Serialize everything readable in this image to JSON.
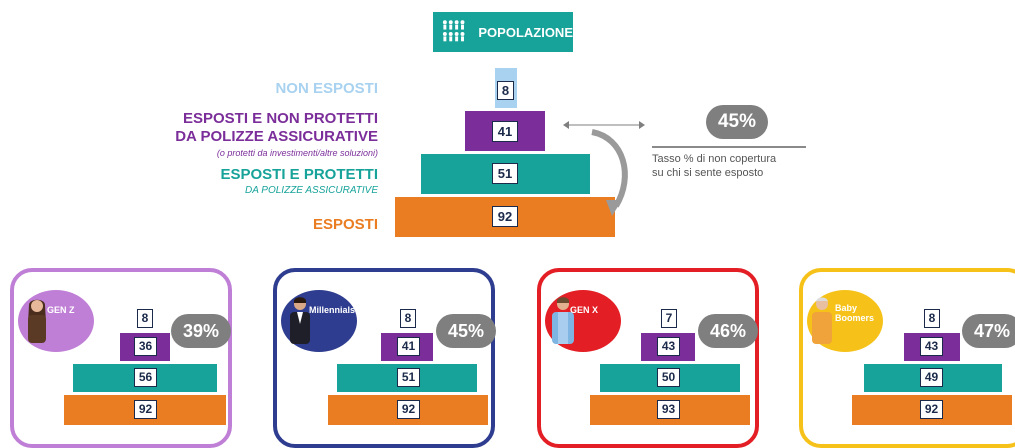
{
  "header": {
    "title": "POPOLAZIONE",
    "icon": "people-group-icon"
  },
  "main": {
    "labels": {
      "non_esposti": "NON ESPOSTI",
      "esposti_non_protetti_1": "ESPOSTI E NON PROTETTI",
      "esposti_non_protetti_2": "DA POLIZZE ASSICURATIVE",
      "esposti_non_protetti_note": "(o protetti da investimenti/altre soluzioni)",
      "esposti_protetti": "ESPOSTI E PROTETTI",
      "esposti_protetti_sub": "DA POLIZZE ASSICURATIVE",
      "esposti": "ESPOSTI"
    },
    "values": {
      "non_esposti": "8",
      "esposti_non_protetti": "41",
      "esposti_protetti": "51",
      "esposti": "92"
    },
    "rate": {
      "value": "45%",
      "caption_1": "Tasso % di non copertura",
      "caption_2": "su chi si sente esposto"
    }
  },
  "colors": {
    "non_esposti": "#a8d2f0",
    "non_protetti": "#7b2e9a",
    "protetti": "#17a39a",
    "esposti": "#ea7c22",
    "pill": "#7f7f7f"
  },
  "generations": [
    {
      "name": "GEN Z",
      "border": "#c07fd6",
      "circle": "#c07fd6",
      "values": [
        "8",
        "36",
        "56",
        "92"
      ],
      "rate": "39%"
    },
    {
      "name": "Millennials",
      "border": "#2e3d8f",
      "circle": "#2e3d8f",
      "values": [
        "8",
        "41",
        "51",
        "92"
      ],
      "rate": "45%"
    },
    {
      "name": "GEN X",
      "border": "#e31e24",
      "circle": "#e31e24",
      "values": [
        "7",
        "43",
        "50",
        "93"
      ],
      "rate": "46%"
    },
    {
      "name": "Baby Boomers",
      "border": "#f6c21a",
      "circle": "#f6c21a",
      "values": [
        "8",
        "43",
        "49",
        "92"
      ],
      "rate": "47%"
    }
  ]
}
